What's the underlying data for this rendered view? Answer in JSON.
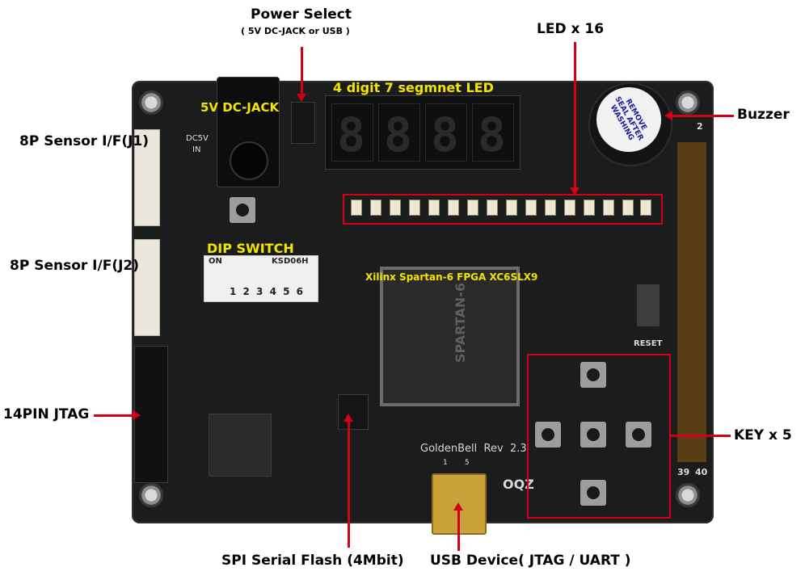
{
  "labels": {
    "power_select": "Power Select",
    "power_select_sub": "( 5V DC-JACK or USB )",
    "led_x16": "LED x 16",
    "buzzer": "Buzzer",
    "sensor_j1": "8P Sensor I/F(J1)",
    "sensor_j2": "8P Sensor I/F(J2)",
    "jtag_14pin": "14PIN JTAG",
    "key_x5": "KEY x 5",
    "spi_flash": "SPI Serial Flash (4Mbit)",
    "usb_device": "USB Device( JTAG / UART )"
  },
  "board_labels": {
    "dc_jack": "5V DC-JACK",
    "seven_segment": "4 digit 7 segmnet LED",
    "dip_switch": "DIP SWITCH",
    "fpga": "Xilinx Spartan-6 FPGA XC6SLX9"
  },
  "silkscreen": {
    "dip_on": "ON",
    "dip_model": "KSD06H",
    "dip_numbers": "1 2 3 4 5 6",
    "reset": "RESET",
    "board_name": "GoldenBell  Rev  2.3",
    "dc5v": "DC5V",
    "dc_in": "IN",
    "header_2": "2",
    "header_39": "39",
    "header_40": "40",
    "buzzer_sticker": "REMOVE SEAL AFTER WASHING",
    "fpga_chip": "SPARTAN-6",
    "usb_pins": "1    5",
    "logo": "OQZ"
  },
  "colors": {
    "annotation_red": "#d4001a",
    "board_text_yellow": "#f5e400",
    "pcb": "#1b1d1d"
  }
}
